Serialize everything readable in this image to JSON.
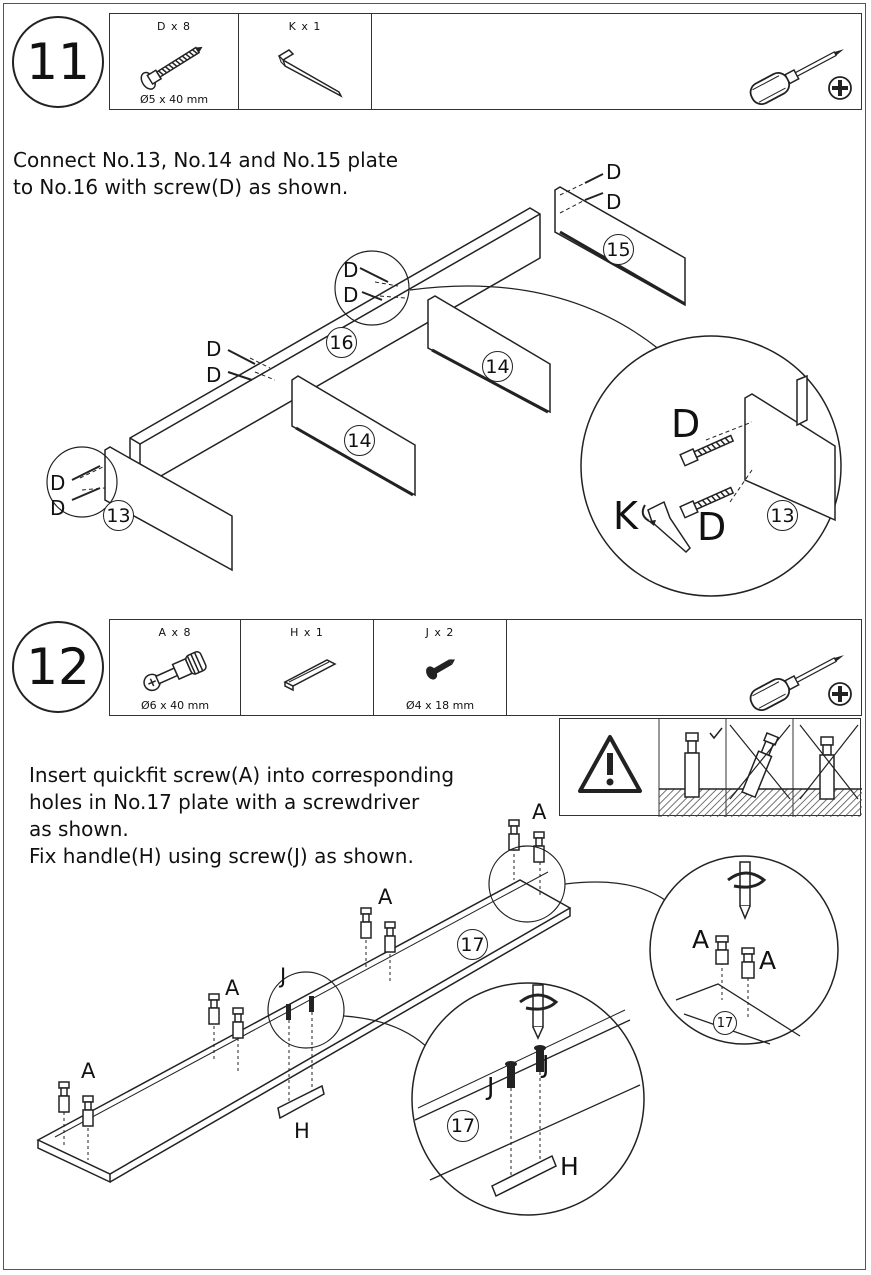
{
  "step11": {
    "number": "11",
    "parts": [
      {
        "qty": "D x 8",
        "spec": "Ø5 x 40 mm",
        "icon": "long-screw-icon"
      },
      {
        "qty": "K x 1",
        "spec": "",
        "icon": "allen-key-icon"
      }
    ],
    "tool_icon": "phillips-screwdriver-icon",
    "instruction": [
      "Connect No.13, No.14 and No.15 plate",
      "to No.16 with screw(D) as shown."
    ],
    "labels": {
      "screw": "D",
      "key": "K",
      "plate13": "13",
      "plate14": "14",
      "plate15": "15",
      "plate16": "16"
    }
  },
  "step12": {
    "number": "12",
    "parts": [
      {
        "qty": "A x 8",
        "spec": "Ø6 x 40 mm",
        "icon": "quickfit-screw-icon"
      },
      {
        "qty": "H x 1",
        "spec": "",
        "icon": "handle-icon"
      },
      {
        "qty": "J x 2",
        "spec": "Ø4 x 18 mm",
        "icon": "short-screw-icon"
      }
    ],
    "tool_icon": "phillips-screwdriver-icon",
    "warning_icons": [
      "warning-triangle-icon",
      "correct-depth-icon",
      "wrong-tilt-icon",
      "wrong-depth-icon"
    ],
    "instruction": [
      "Insert quickfit screw(A) into corresponding",
      "holes in No.17 plate with a screwdriver",
      "as shown.",
      "Fix handle(H) using screw(J) as shown."
    ],
    "labels": {
      "quickfit": "A",
      "handle": "H",
      "screw": "J",
      "plate17": "17"
    }
  }
}
